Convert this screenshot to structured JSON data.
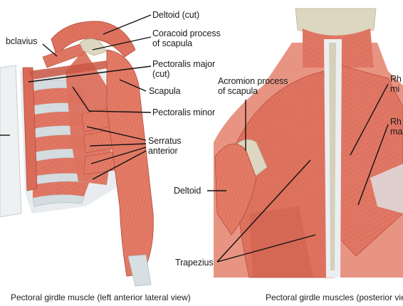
{
  "left_panel": {
    "labels": {
      "subclavius": "bclavius",
      "deltoid_cut": "Deltoid (cut)",
      "coracoid": "Coracoid process\nof scapula",
      "pec_major": "Pectoralis major\n(cut)",
      "scapula": "Scapula",
      "pec_minor": "Pectoralis minor",
      "serratus": "Serratus\nanterior"
    },
    "caption": "Pectoral girdle muscle (left anterior lateral view)"
  },
  "right_panel": {
    "labels": {
      "acromion": "Acromion process\nof scapula",
      "rh_minor": "Rh\nmi",
      "rh_major": "Rh\nma",
      "deltoid": "Deltoid",
      "trapezius": "Trapezius"
    },
    "caption": "Pectoral girdle muscles (posterior view"
  },
  "colors": {
    "muscle": "#df7562",
    "muscle_dark": "#c95744",
    "tendon": "#d8dfe2",
    "bone": "#ddd6c0",
    "leader_line": "#111111"
  }
}
